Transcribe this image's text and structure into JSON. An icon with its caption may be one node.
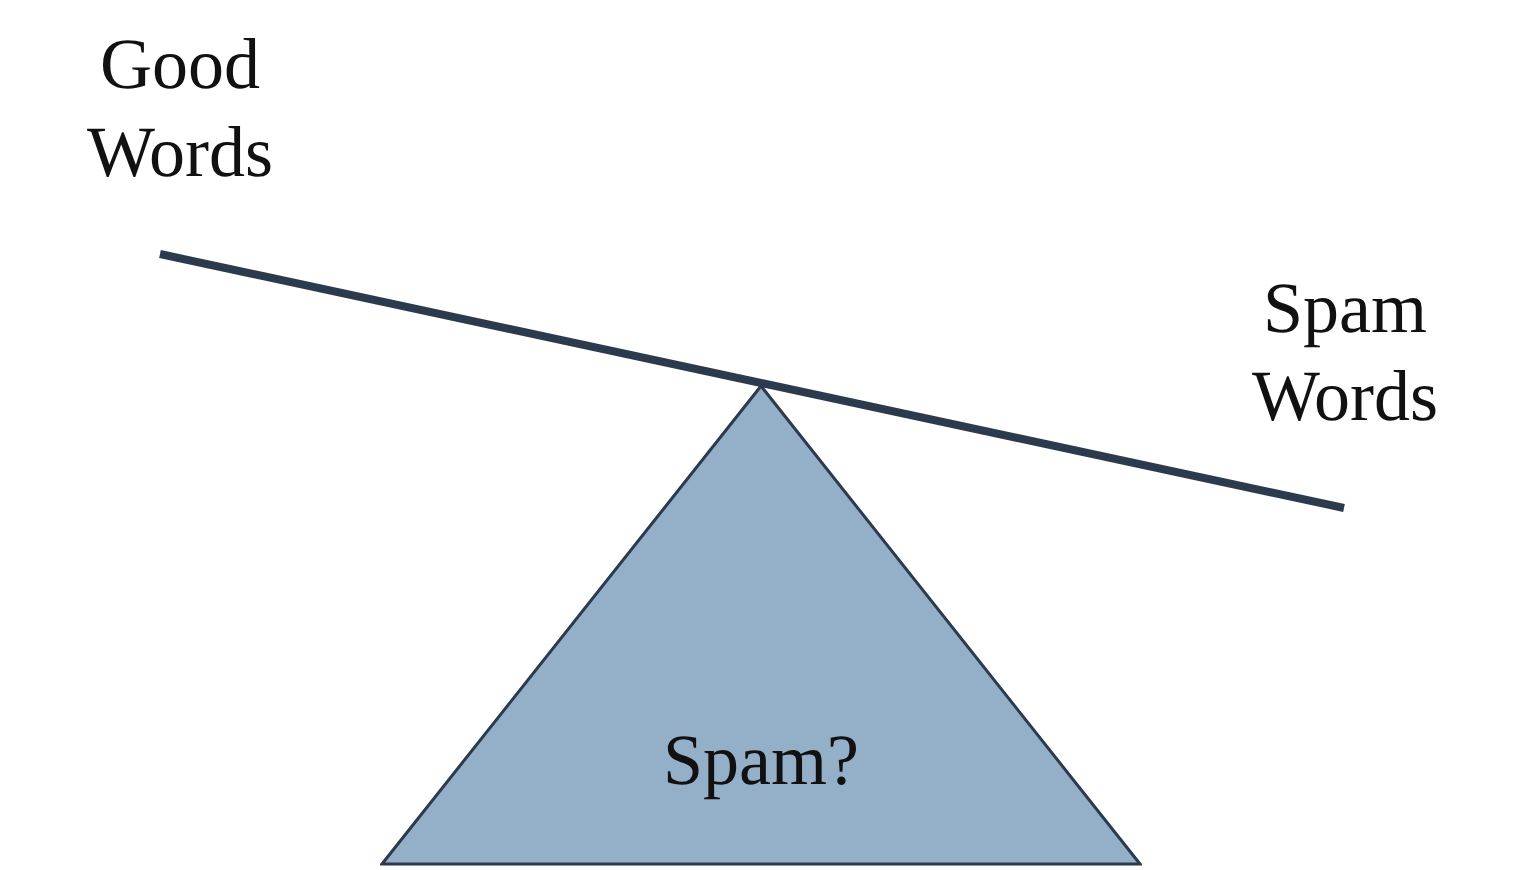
{
  "diagram": {
    "nodes": [
      {
        "text": [
          "Spam?"
        ]
      }
    ],
    "labels": [
      "Good Words",
      "Spam Words"
    ]
  }
}
